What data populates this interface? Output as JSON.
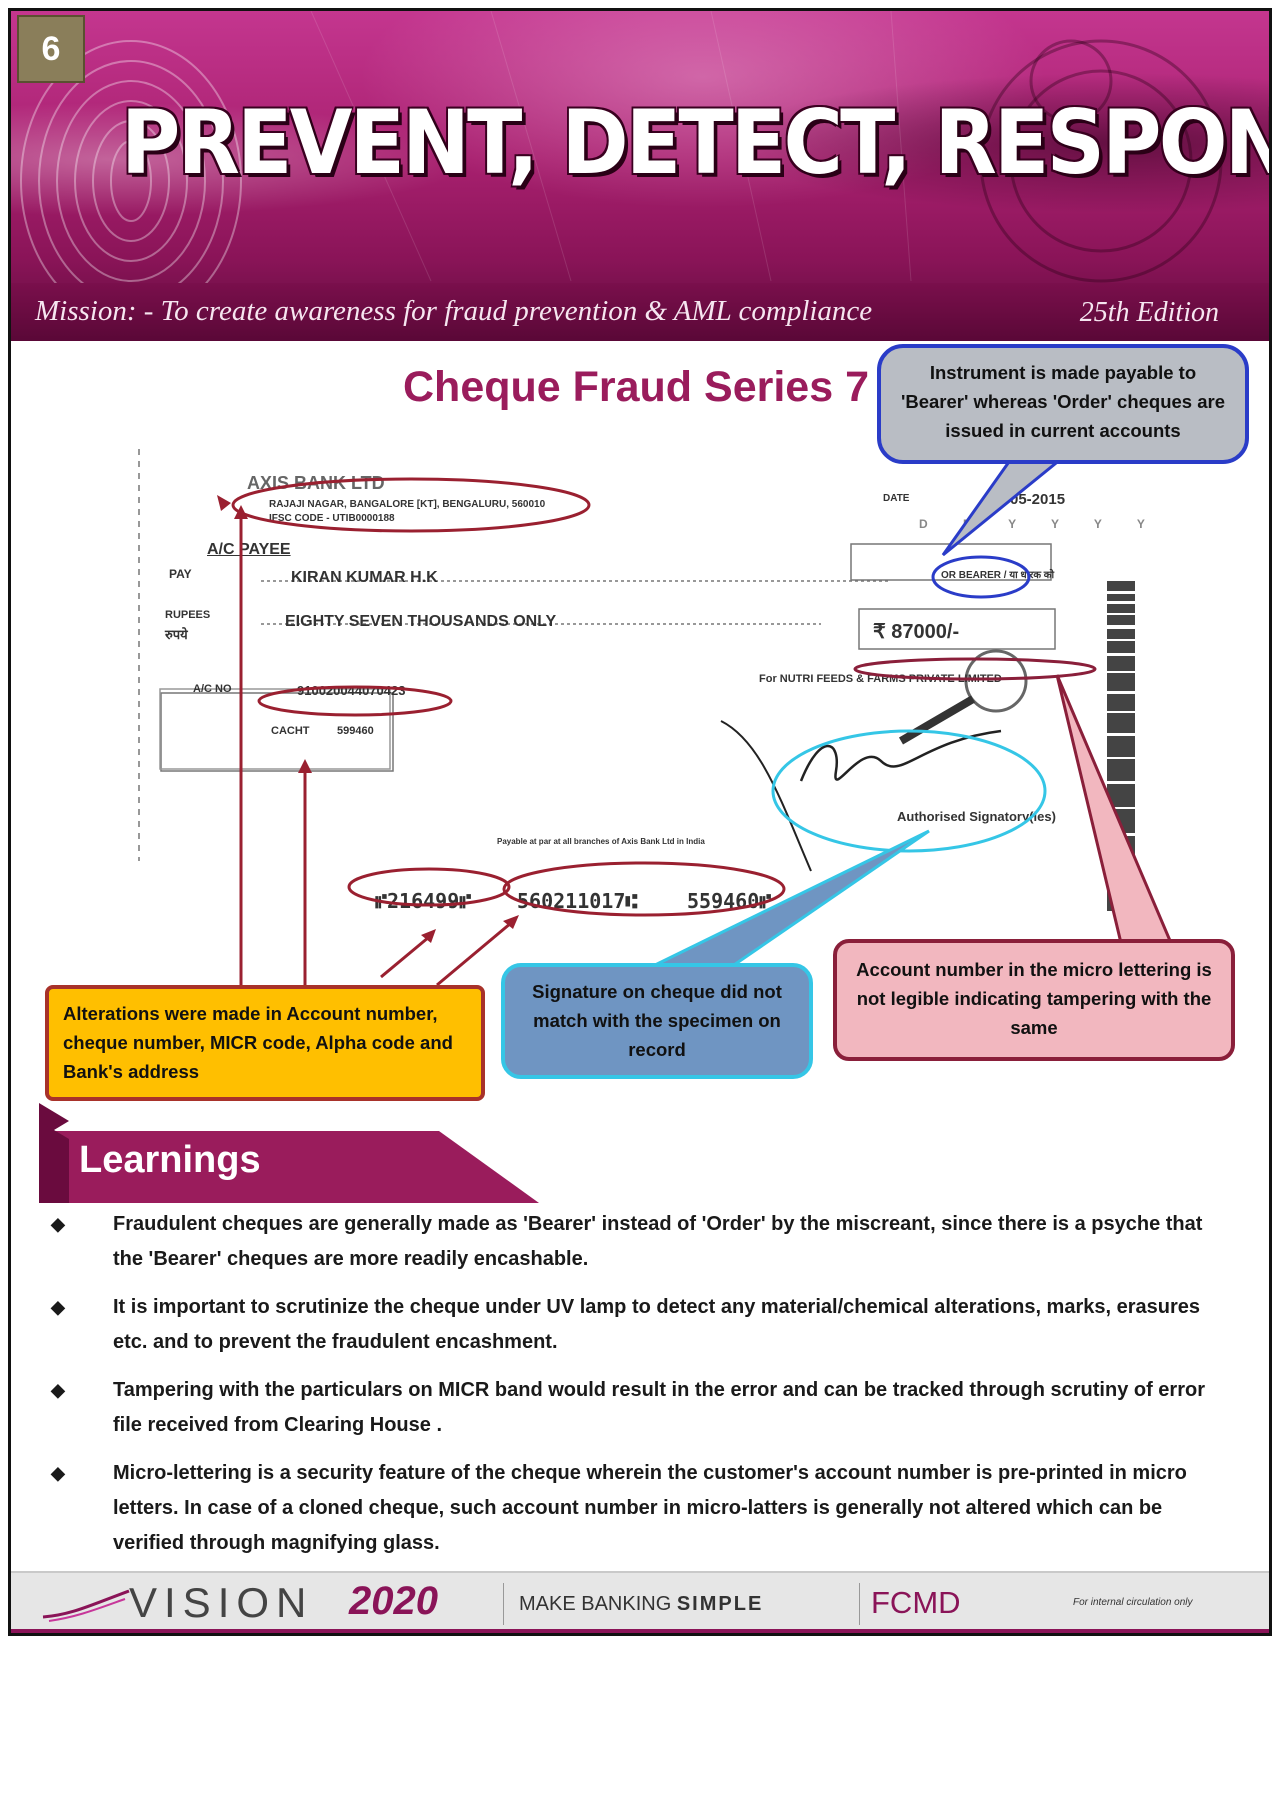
{
  "header": {
    "page_number": "6",
    "headline": "PREVENT, DETECT, RESPOND",
    "mission": "Mission: - To create awareness for fraud prevention & AML compliance",
    "edition": "25th Edition"
  },
  "title": "Cheque Fraud Series 7",
  "cheque": {
    "bank_name": "AXIS BANK LTD",
    "branch_address": "RAJAJI NAGAR, BANGALORE [KT], BENGALURU, 560010",
    "ifsc": "IFSC CODE - UTIB0000188",
    "crossing": "A/C PAYEE",
    "date_label": "DATE",
    "date_value": "-05-2015",
    "date_format": "D M Y Y Y Y",
    "pay_label": "PAY",
    "payee": "KIRAN KUMAR H.K",
    "bearer": "OR BEARER / या धारक को",
    "rupees_label": "RUPEES",
    "rupees_hindi": "रुपये",
    "amount_words": "EIGHTY SEVEN THOUSANDS ONLY",
    "amount_figure": "₹ 87000/-",
    "account_label": "A/C NO",
    "account_number": "910020044070423",
    "account_type": "CACHT",
    "sub_code": "599460",
    "for_label": "For NUTRI FEEDS & FARMS PRIVATE LIMITED",
    "signatory": "Authorised Signatory(ies)",
    "payable_at": "Payable at par at all branches of Axis Bank Ltd in India",
    "micr_cheque": "⑈216499⑈",
    "micr_code": "560211017⑆",
    "micr_alpha": "559460⑈"
  },
  "callouts": {
    "bearer": "Instrument is made payable to 'Bearer' whereas 'Order' cheques are issued in current accounts",
    "alterations": "Alterations were made in Account number, cheque number, MICR code, Alpha code and Bank's address",
    "signature": "Signature on cheque did not match with the specimen on record",
    "micro": "Account number in the micro lettering is not legible indicating tampering with the same"
  },
  "learnings": {
    "heading": "Learnings",
    "items": [
      "Fraudulent cheques are generally made as 'Bearer' instead of 'Order' by the miscreant, since there is a psyche that the 'Bearer' cheques are more readily encashable.",
      "It is important to scrutinize the cheque under UV lamp to detect any material/chemical alterations, marks, erasures etc. and to prevent the fraudulent encashment.",
      "Tampering with the particulars on MICR band would result in the error and can be tracked through scrutiny of error file received from Clearing House .",
      "Micro-lettering is a security feature of the cheque wherein the customer's account number is pre-printed in micro letters. In case of a cloned cheque, such account number in micro-latters is generally not altered which can be verified through magnifying glass."
    ]
  },
  "footer": {
    "vision": "VISION",
    "vision_year": "2020",
    "tagline_a": "MAKE BANKING",
    "tagline_b": "SIMPLE",
    "dept": "FCMD",
    "fineprint": "For internal circulation only"
  },
  "colors": {
    "brand": "#9a1c5c",
    "callout_bearer": "#b9bdc4",
    "callout_alter": "#ffbf00",
    "callout_sign": "#6f95c2",
    "callout_micro": "#f2b7bf",
    "annotation": "#9a2030"
  }
}
